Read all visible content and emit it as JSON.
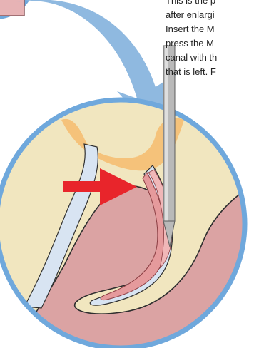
{
  "instructions": {
    "lines": [
      "This is the p",
      "after enlargi",
      "Insert the M",
      "press the M",
      "canal with th",
      "that is left. F"
    ]
  },
  "colors": {
    "zoom_circle_ring": "#6fa8dc",
    "curved_arrow": "#8fb9e0",
    "gum_tissue": "#dba3a3",
    "tooth_crown": "#f1e6bf",
    "pulp_chamber": "#f5c27a",
    "root_canal": "#d8e4f2",
    "gutta_percha": "#e59a9c",
    "pointer_arrow": "#e8252b",
    "spreader_instrument": "#b9b9b9"
  }
}
